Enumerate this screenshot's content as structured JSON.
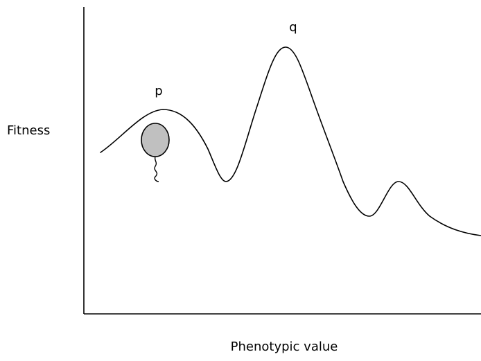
{
  "labels": {
    "y_axis": "Fitness",
    "x_axis": "Phenotypic value",
    "peak_p": "p",
    "peak_q": "q"
  },
  "colors": {
    "line": "#000000",
    "balloon_fill": "#c0c0c0",
    "background": "#ffffff"
  }
}
